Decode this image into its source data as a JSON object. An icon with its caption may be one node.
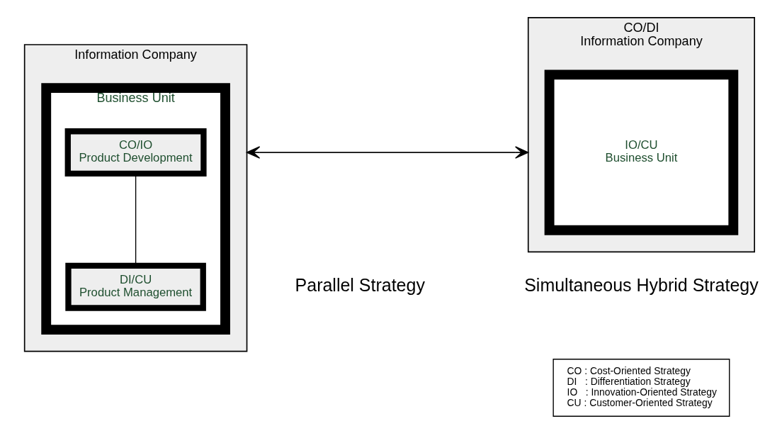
{
  "diagram": {
    "nodes": [
      {
        "text": [
          "Information Company"
        ],
        "beside": [
          "Parallel Strategy"
        ]
      },
      {
        "text": [
          "Business Unit"
        ],
        "in": 0
      },
      {
        "text": [
          "CO/IO",
          "Product Development"
        ],
        "in": 1
      },
      {
        "text": [
          "DI/CU",
          "Product Management"
        ],
        "in": 1
      },
      {
        "text": [
          "CO/DI",
          "Information Company"
        ],
        "beside": [
          "Simultaneous Hybrid Strategy"
        ]
      },
      {
        "text": [
          "IO/CU",
          "Business Unit"
        ],
        "in": 4
      }
    ],
    "edges": [
      {
        "from": 0,
        "to": 4,
        "arrow": "to"
      },
      {
        "from": 4,
        "to": 0,
        "arrow": "to"
      },
      {
        "from": 2,
        "to": 3,
        "arrow": "none"
      }
    ],
    "labels": [
      "CO : Cost-Oriented Strategy",
      "DI   : Differentiation Strategy",
      "IO   : Innovation-Oriented Strategy",
      "CU : Customer-Oriented Strategy"
    ]
  }
}
